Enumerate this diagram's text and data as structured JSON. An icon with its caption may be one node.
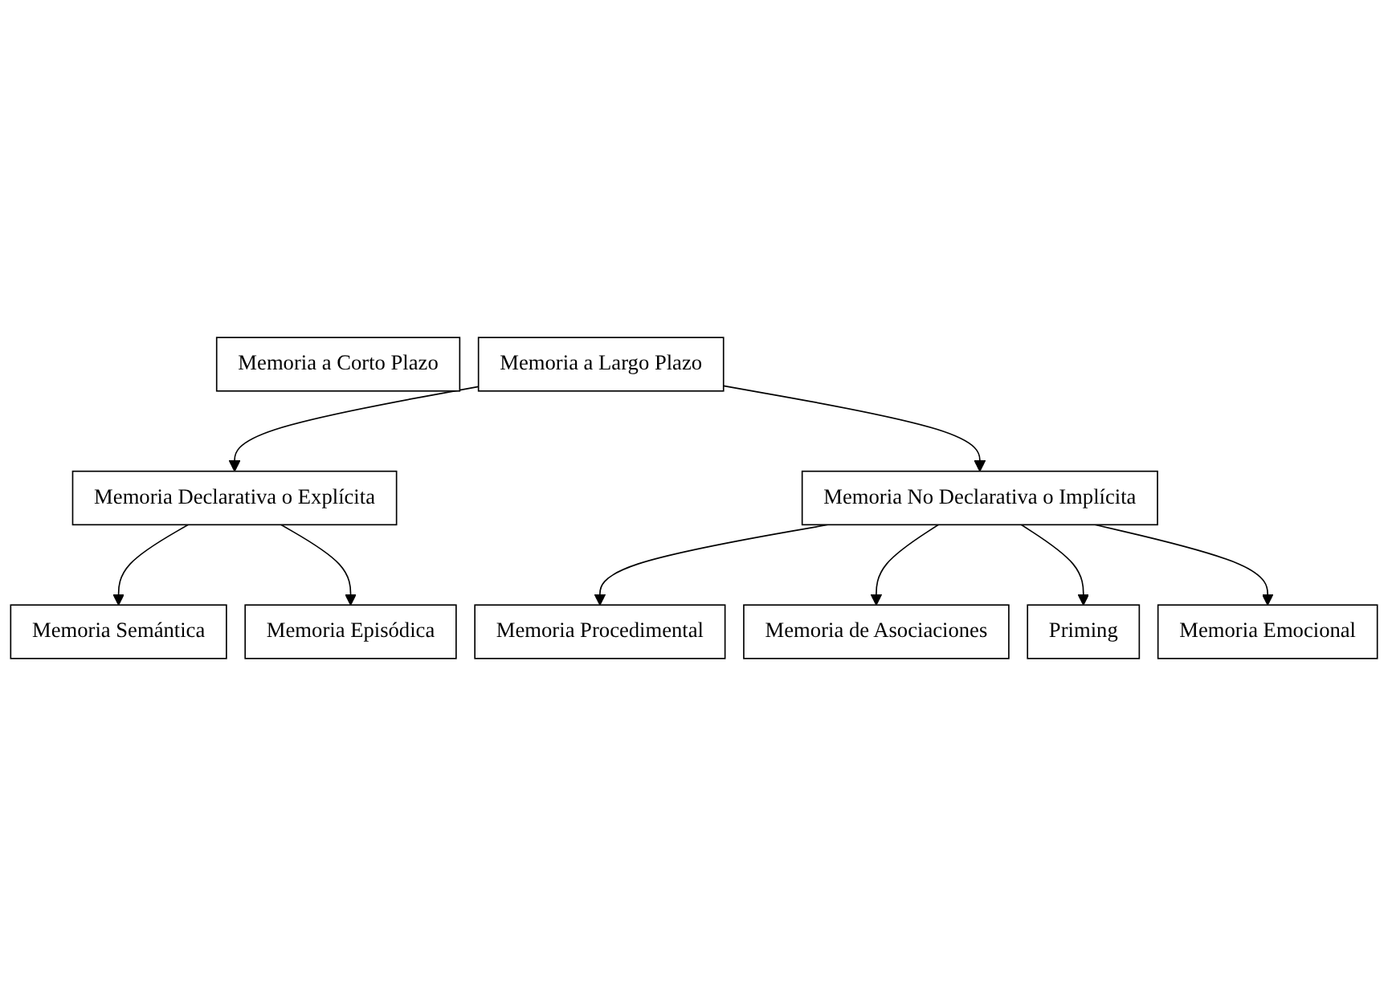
{
  "diagram": {
    "nodes": [
      {
        "text": [
          "Memoria a Corto Plazo"
        ]
      },
      {
        "text": [
          "Memoria a Largo Plazo"
        ]
      },
      {
        "text": [
          "Memoria Declarativa o Explícita"
        ]
      },
      {
        "text": [
          "Memoria Semántica"
        ]
      },
      {
        "text": [
          "Memoria Episódica"
        ]
      },
      {
        "text": [
          "Memoria No Declarativa o Implícita"
        ]
      },
      {
        "text": [
          "Memoria Procedimental"
        ]
      },
      {
        "text": [
          "Memoria de Asociaciones"
        ]
      },
      {
        "text": [
          "Priming"
        ]
      },
      {
        "text": [
          "Memoria Emocional"
        ]
      }
    ],
    "edges": [
      {
        "from": 1,
        "to": 2,
        "arrow": "to"
      },
      {
        "from": 2,
        "to": 3,
        "arrow": "to"
      },
      {
        "from": 2,
        "to": 4,
        "arrow": "to"
      },
      {
        "from": 1,
        "to": 5,
        "arrow": "to"
      },
      {
        "from": 5,
        "to": 6,
        "arrow": "to"
      },
      {
        "from": 5,
        "to": 7,
        "arrow": "to"
      },
      {
        "from": 5,
        "to": 8,
        "arrow": "to"
      },
      {
        "from": 5,
        "to": 9,
        "arrow": "to"
      }
    ]
  }
}
